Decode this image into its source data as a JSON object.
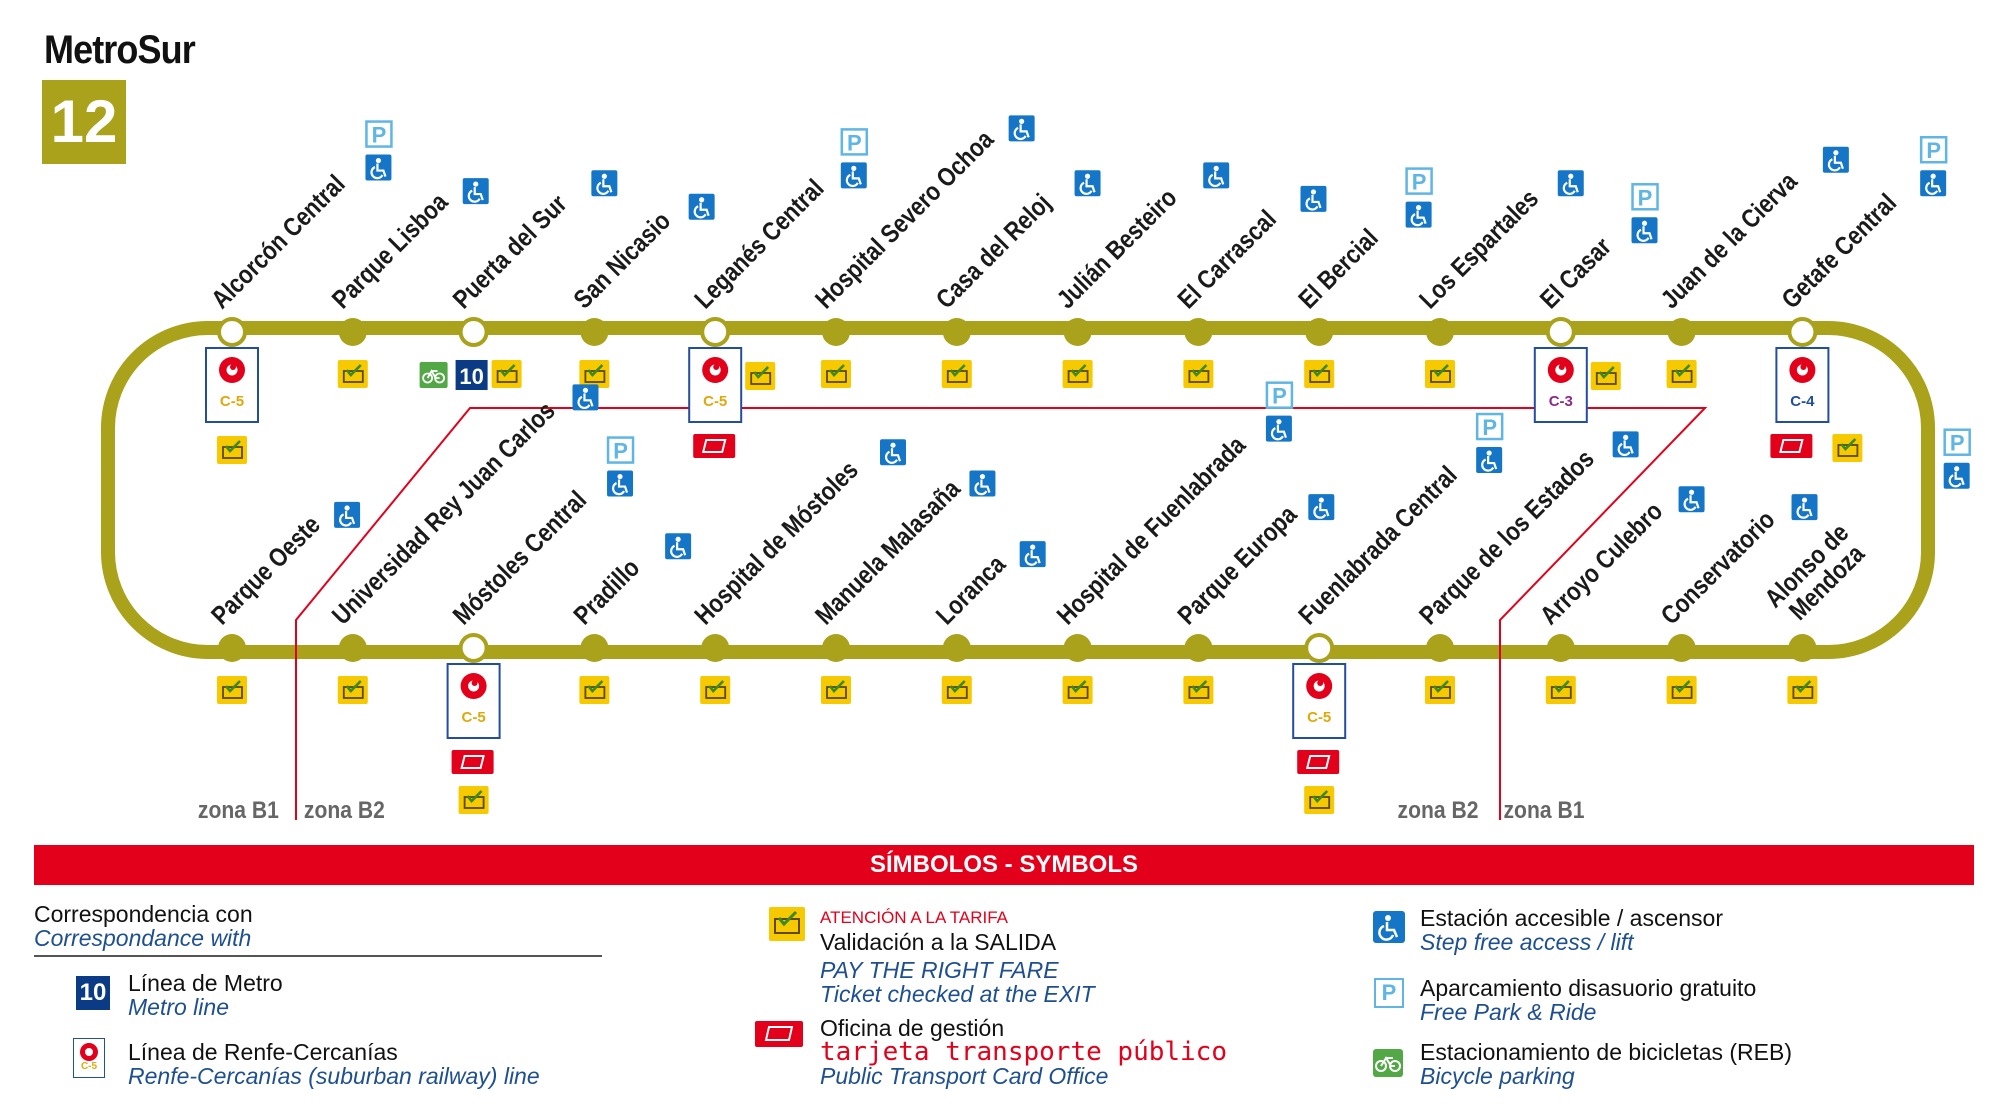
{
  "header": {
    "title": "MetroSur",
    "line_number": "12"
  },
  "colors": {
    "line": "#a9a21a",
    "renfe": "#e3001b",
    "metro10": "#0a3b84",
    "access": "#1576c8",
    "parking": "#5fb6e5",
    "fare": "#f6c900",
    "bike": "#52a845"
  },
  "stations_top": [
    {
      "name": "Alcorcón Central",
      "interchange": true,
      "renfe": "C-5",
      "access": true,
      "parking": true,
      "fare": true,
      "office": false
    },
    {
      "name": "Parque Lisboa",
      "interchange": false,
      "access": true,
      "parking": false,
      "fare": true
    },
    {
      "name": "Puerta del Sur",
      "interchange": true,
      "metro": "10",
      "bike": true,
      "access": true,
      "parking": false,
      "fare": true
    },
    {
      "name": "San Nicasio",
      "interchange": false,
      "access": true,
      "parking": false,
      "fare": true
    },
    {
      "name": "Leganés Central",
      "interchange": true,
      "renfe": "C-5",
      "access": true,
      "parking": true,
      "fare": true,
      "office": true
    },
    {
      "name": "Hospital Severo Ochoa",
      "interchange": false,
      "access": true,
      "parking": false,
      "fare": true
    },
    {
      "name": "Casa del Reloj",
      "interchange": false,
      "access": true,
      "parking": false,
      "fare": true
    },
    {
      "name": "Julián Besteiro",
      "interchange": false,
      "access": true,
      "parking": false,
      "fare": true
    },
    {
      "name": "El Carrascal",
      "interchange": false,
      "access": true,
      "parking": false,
      "fare": true
    },
    {
      "name": "El Bercial",
      "interchange": false,
      "access": true,
      "parking": true,
      "fare": true
    },
    {
      "name": "Los Espartales",
      "interchange": false,
      "access": true,
      "parking": false,
      "fare": true
    },
    {
      "name": "El Casar",
      "interchange": true,
      "renfe": "C-3",
      "access": true,
      "parking": true,
      "fare": true
    },
    {
      "name": "Juan de la Cierva",
      "interchange": false,
      "access": true,
      "parking": false,
      "fare": true
    },
    {
      "name": "Getafe Central",
      "interchange": true,
      "renfe": "C-4",
      "access": true,
      "parking": true,
      "fare": true,
      "office": true
    }
  ],
  "stations_bottom": [
    {
      "name": "Parque Oeste",
      "interchange": false,
      "access": true,
      "parking": false,
      "fare": true
    },
    {
      "name": "Universidad Rey Juan Carlos",
      "interchange": false,
      "access": true,
      "parking": false,
      "fare": true
    },
    {
      "name": "Móstoles Central",
      "interchange": true,
      "renfe": "C-5",
      "access": true,
      "parking": true,
      "fare": true,
      "office": true
    },
    {
      "name": "Pradillo",
      "interchange": false,
      "access": true,
      "parking": false,
      "fare": true
    },
    {
      "name": "Hospital de Móstoles",
      "interchange": false,
      "access": true,
      "parking": false,
      "fare": true
    },
    {
      "name": "Manuela Malasaña",
      "interchange": false,
      "access": true,
      "parking": false,
      "fare": true
    },
    {
      "name": "Loranca",
      "interchange": false,
      "access": true,
      "parking": false,
      "fare": true
    },
    {
      "name": "Hospital de Fuenlabrada",
      "interchange": false,
      "access": true,
      "parking": true,
      "fare": true
    },
    {
      "name": "Parque Europa",
      "interchange": false,
      "access": true,
      "parking": false,
      "fare": true
    },
    {
      "name": "Fuenlabrada Central",
      "interchange": true,
      "renfe": "C-5",
      "access": true,
      "parking": true,
      "fare": true,
      "office": true
    },
    {
      "name": "Parque de los Estados",
      "interchange": false,
      "access": true,
      "parking": false,
      "fare": true
    },
    {
      "name": "Arroyo Culebro",
      "interchange": false,
      "access": true,
      "parking": false,
      "fare": true
    },
    {
      "name": "Conservatorio",
      "interchange": false,
      "access": true,
      "parking": false,
      "fare": true
    },
    {
      "name": "Alonso de Mendoza",
      "name_lines": [
        "Alonso de",
        "Mendoza"
      ],
      "interchange": false,
      "access": true,
      "parking": true,
      "fare": true
    }
  ],
  "zones": {
    "b1": "zona B1",
    "b2": "zona B2"
  },
  "legend": {
    "band": "SÍMBOLOS - SYMBOLS",
    "correspondence_es": "Correspondencia con",
    "correspondence_en": "Correspondance with",
    "metro_es": "Línea de Metro",
    "metro_en": "Metro line",
    "metro_sample": "10",
    "renfe_es": "Línea de Renfe-Cercanías",
    "renfe_en": "Renfe-Cercanías (suburban railway) line",
    "renfe_sample": "C-5",
    "fare_warn": "ATENCIÓN A LA TARIFA",
    "fare_es": "Validación a la SALIDA",
    "fare_en1": "PAY THE RIGHT FARE",
    "fare_en2": "Ticket checked at the EXIT",
    "office_es": "Oficina de gestión",
    "office_card": "tarjeta transporte público",
    "office_en": "Public Transport Card Office",
    "access_es": "Estación accesible / ascensor",
    "access_en": "Step free access / lift",
    "park_es": "Aparcamiento disasuorio gratuito",
    "park_en": "Free Park & Ride",
    "bike_es": "Estacionamiento de bicicletas (REB)",
    "bike_en": "Bicycle parking"
  }
}
